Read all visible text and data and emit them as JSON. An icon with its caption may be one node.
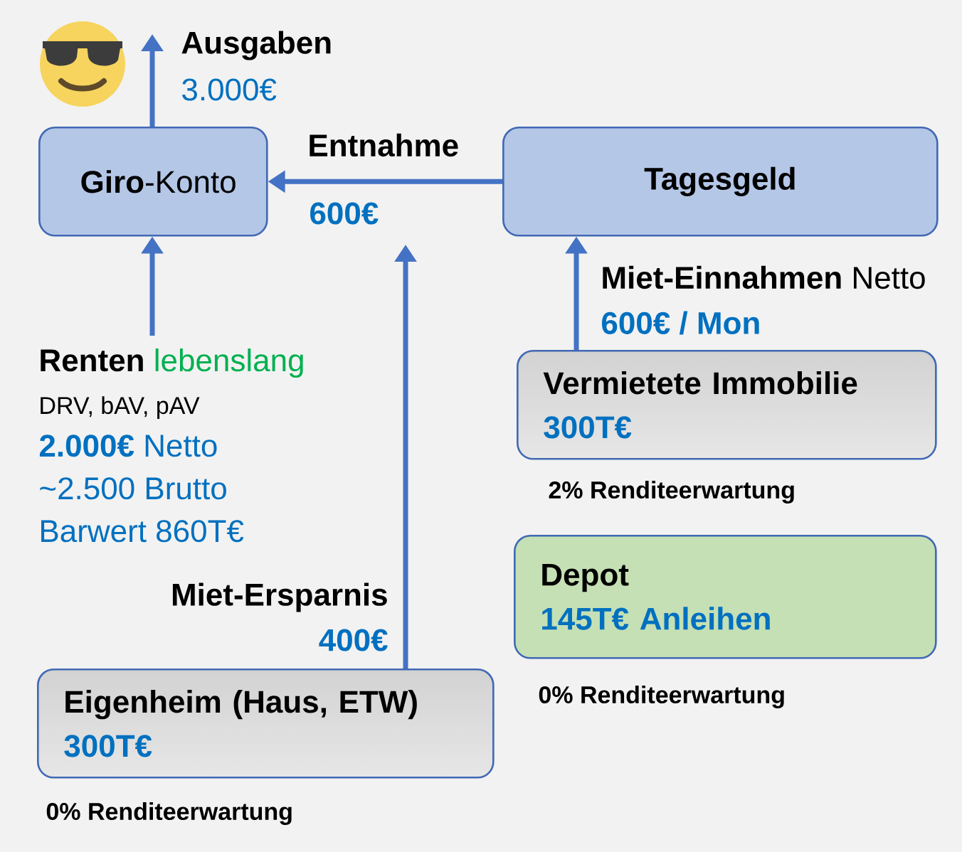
{
  "diagram": {
    "nodes": [
      {
        "text": [
          "**Giro**-Konto"
        ]
      },
      {
        "text": [
          "Tagesgeld"
        ]
      },
      {
        "text": [
          "Vermietete Immobilie",
          "300T€"
        ],
        "beside": [
          "2% Renditeerwartung"
        ]
      },
      {
        "text": [
          "Depot",
          "145T€ Anleihen"
        ],
        "beside": [
          "0% Renditeerwartung"
        ]
      },
      {
        "text": [
          "Eigenheim (Haus, ETW)",
          "300T€"
        ],
        "beside": [
          "0% Renditeerwartung"
        ]
      },
      {
        "text": [
          "Renten",
          "lebenslang",
          "DRV, bAV, pAV",
          "**2.000€** Netto",
          "~2.500 Brutto",
          "Barwert 860T€"
        ]
      }
    ],
    "edges": [
      {
        "from": 0,
        "to": null,
        "arrow": "to",
        "label": "Ausgaben"
      },
      {
        "from": 1,
        "to": 0,
        "arrow": "to",
        "label": "Entnahme"
      },
      {
        "from": 5,
        "to": 0,
        "arrow": "to"
      },
      {
        "from": 4,
        "to": null,
        "arrow": "to",
        "label": "Miet-Ersparnis"
      },
      {
        "from": 2,
        "to": 1,
        "arrow": "to",
        "label": "**Miet-Einnahmen** Netto"
      }
    ],
    "labels": [
      "3.000€",
      "600€",
      "600€ / Mon",
      "400€"
    ]
  }
}
